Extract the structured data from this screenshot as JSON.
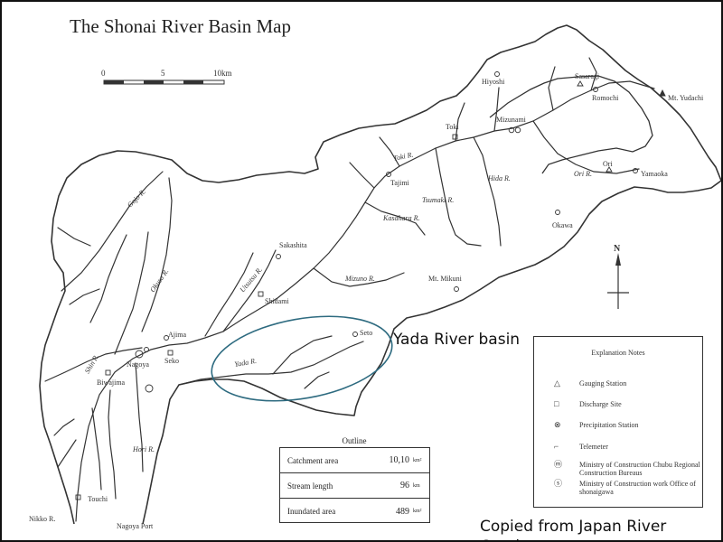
{
  "map": {
    "title": "The Shonai River Basin Map",
    "scale": {
      "labels": [
        "0",
        "5",
        "10km"
      ]
    },
    "north_label": "N",
    "places": {
      "hiyoshi": "Hiyoshi",
      "sasaragi": "Sasaragi",
      "romochi": "Romochi",
      "mt_yudachi": "Mt. Yudachi",
      "toki": "Toki",
      "mizunami": "Mizunami",
      "tajimi": "Tajimi",
      "ori": "Ori",
      "yamaoka": "Yamaoka",
      "okawa": "Okawa",
      "sakashita": "Sakashita",
      "shidami": "Shidami",
      "mt_mikuni": "Mt. Mikuni",
      "ajima": "Ajima",
      "nagoya": "Nagoya",
      "seko": "Seko",
      "biwajima": "Biwajima",
      "seto": "Seto",
      "touchi": "Touchi",
      "nikko_r": "Nikko R.",
      "nagoya_port": "Nagoya Port"
    },
    "rivers": {
      "toki_r": "Toki R.",
      "tsumaki_r": "Tsumaki R.",
      "hida_r": "Hida R.",
      "ori_r": "Ori R.",
      "kasahara_r": "Kasahara R.",
      "gojo_r": "Gojo R.",
      "okusa_r": "Okusa R.",
      "utsutsu_r": "Utsutsu R.",
      "mizuno_r": "Mizuno R.",
      "shin_r": "Shin R.",
      "yada_r": "Yada R.",
      "hori_r": "Hori R."
    }
  },
  "outline": {
    "title": "Outline",
    "rows": [
      {
        "label": "Catchment area",
        "value": "10,10",
        "unit": "km²"
      },
      {
        "label": "Stream length",
        "value": "96",
        "unit": "km"
      },
      {
        "label": "Inundated area",
        "value": "489",
        "unit": "km²"
      }
    ]
  },
  "legend": {
    "title": "Explanation Notes",
    "items": [
      {
        "symbol": "△",
        "label": "Gauging Station"
      },
      {
        "symbol": "□",
        "label": "Discharge Site"
      },
      {
        "symbol": "⊗",
        "label": "Precipitation Station"
      },
      {
        "symbol": "⌐",
        "label": "Telemeter"
      },
      {
        "symbol": "ⓜ",
        "label": "Ministry of Construction Chubu Regional Construction Bureaus"
      },
      {
        "symbol": "ⓢ",
        "label": "Ministry of Construction work Office of shonaigawa"
      }
    ]
  },
  "annotations": {
    "yada_basin": "Yada River basin",
    "source": "Copied from Japan River Catalogue"
  },
  "colors": {
    "highlight_ellipse": "#2e6b80",
    "ink": "#333333"
  }
}
